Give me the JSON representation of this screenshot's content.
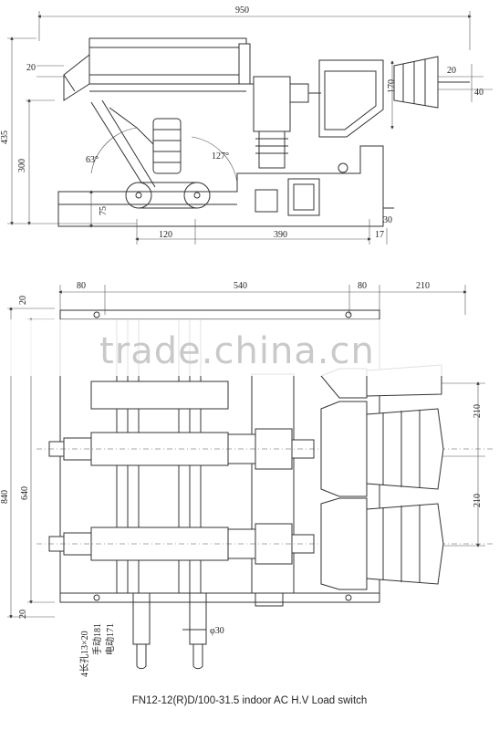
{
  "caption": "FN12-12(R)D/100-31.5 indoor AC H.V Load switch",
  "watermark": "trade.china.cn",
  "side_view": {
    "dims": {
      "overall_width": "950",
      "height_435": "435",
      "height_300": "300",
      "left_20": "20",
      "right_20": "20",
      "right_40": "40",
      "vertical_170": "170",
      "base_75": "75",
      "base_30": "30",
      "bottom_120": "120",
      "bottom_390": "390",
      "bottom_17": "17"
    },
    "angles": {
      "left": "63°",
      "right": "127°"
    }
  },
  "plan_view": {
    "dims": {
      "top_80_left": "80",
      "top_540": "540",
      "top_80_right": "80",
      "top_210": "210",
      "left_20_top": "20",
      "left_840": "840",
      "left_640": "640",
      "left_20_bottom": "20",
      "right_210_a": "210",
      "right_210_b": "210",
      "shaft_dia": "φ30"
    },
    "notes": {
      "slot": "4长孔13×20",
      "manual": "手动181",
      "electric": "电动171"
    }
  }
}
